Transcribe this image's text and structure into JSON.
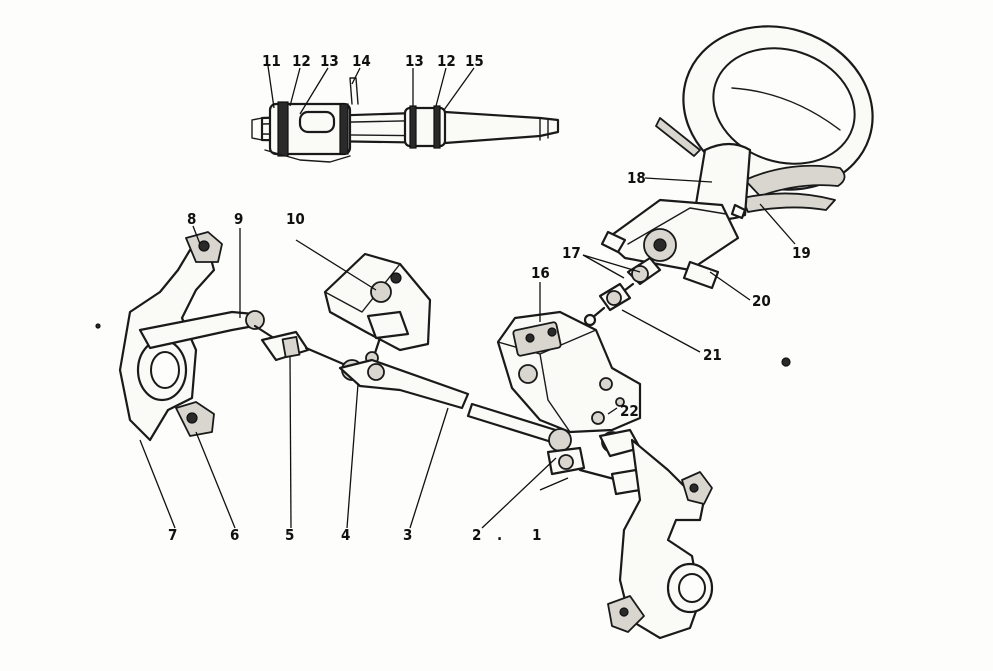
{
  "labels": {
    "l1": "1",
    "l2": "2",
    "l2dot": ".",
    "l3": "3",
    "l4": "4",
    "l5": "5",
    "l6": "6",
    "l7": "7",
    "l8": "8",
    "l9": "9",
    "l10": "10",
    "l11": "11",
    "l12a": "12",
    "l13a": "13",
    "l14": "14",
    "l13b": "13",
    "l12b": "12",
    "l15": "15",
    "l16": "16",
    "l17": "17",
    "l18": "18",
    "l19": "19",
    "l20": "20",
    "l21": "21",
    "l22": "22"
  },
  "colors": {
    "ink": "#1a1a1a",
    "paper": "#fdfdfb"
  }
}
